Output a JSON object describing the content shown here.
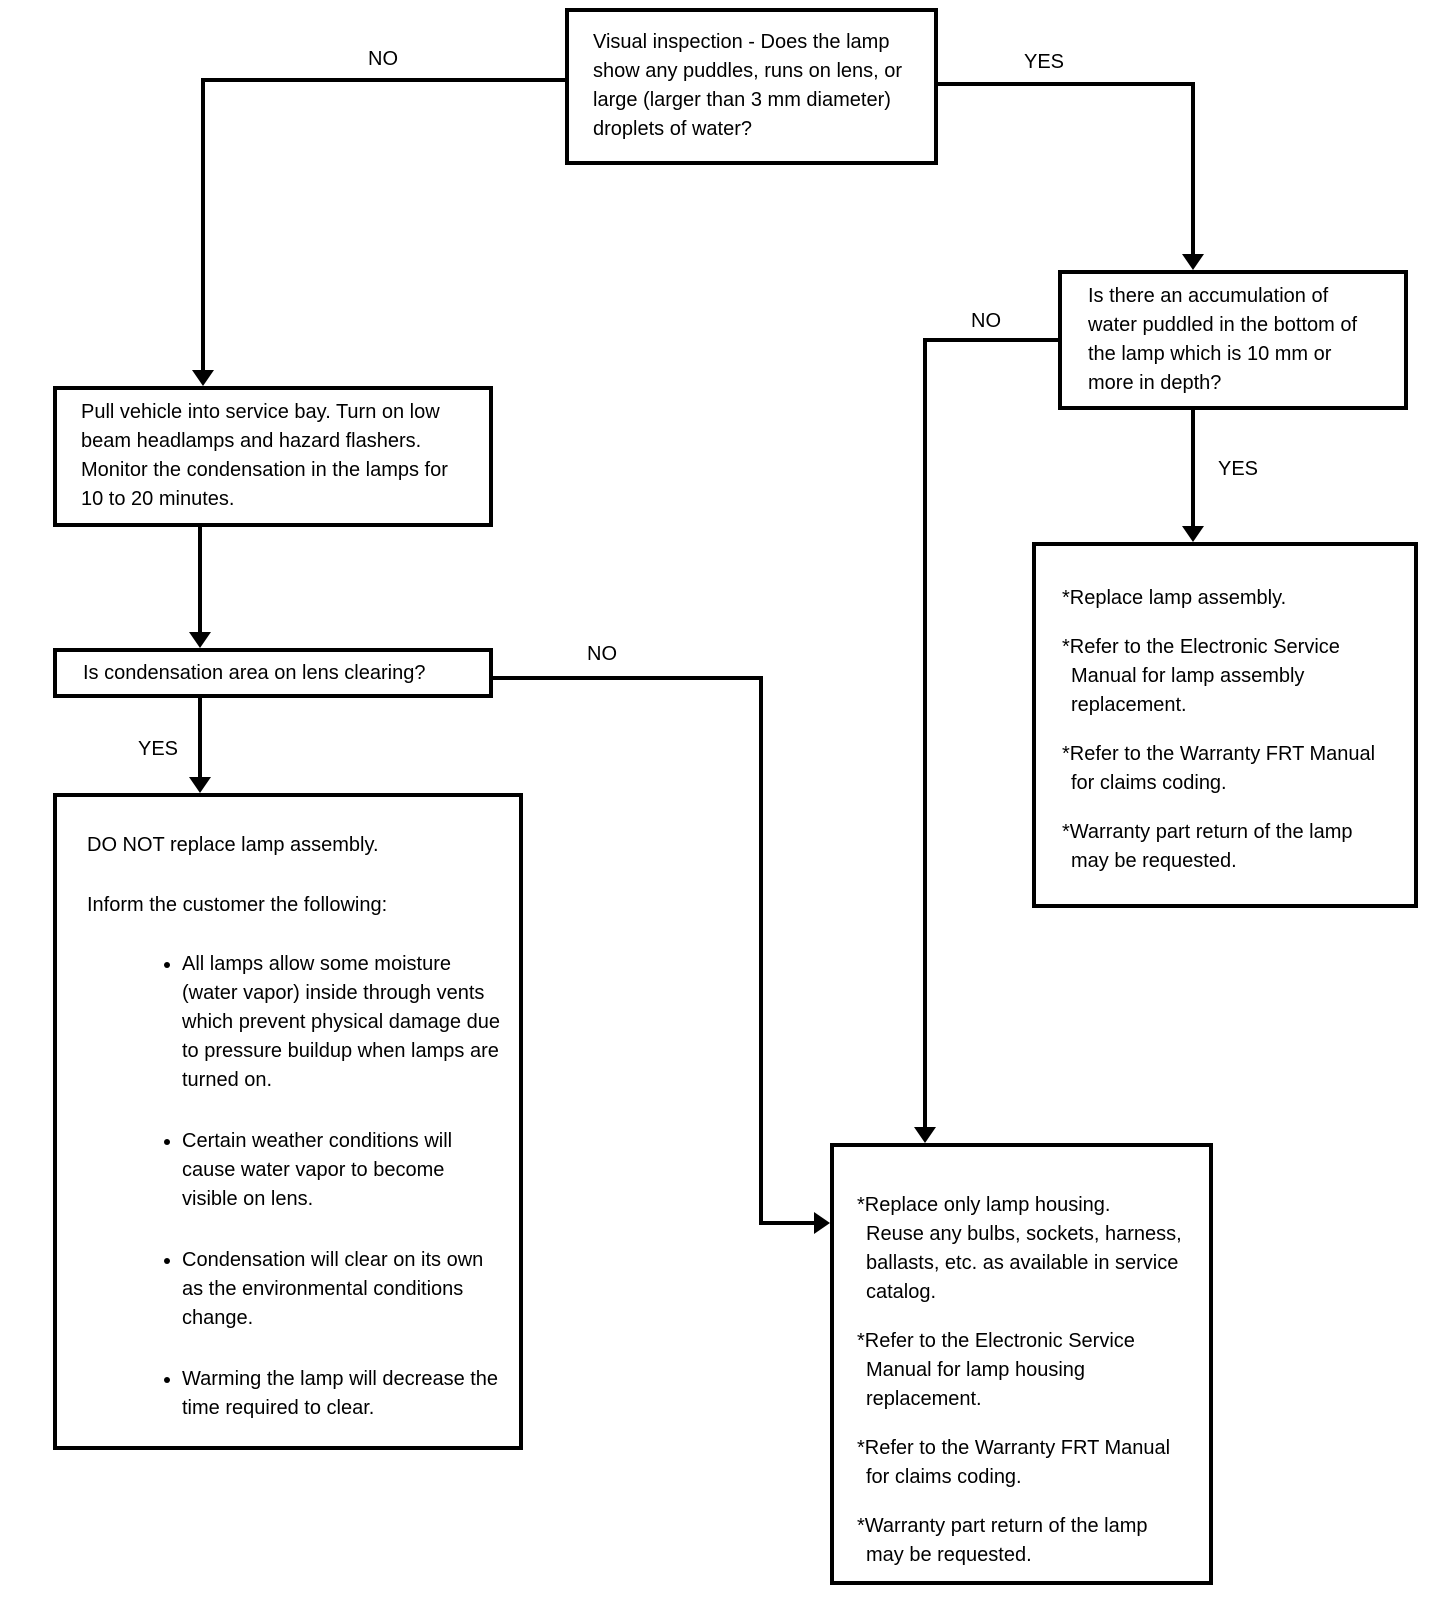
{
  "edge_labels": {
    "visual_no": "NO",
    "visual_yes": "YES",
    "accumulation_no": "NO",
    "accumulation_yes": "YES",
    "clearing_no": "NO",
    "clearing_yes": "YES"
  },
  "nodes": {
    "visual_inspection": {
      "text": "Visual inspection - Does the lamp\nshow any puddles, runs on lens, or\nlarge (larger than 3 mm diameter)\ndroplets of water?"
    },
    "pull_vehicle": {
      "text": "Pull vehicle into service bay. Turn on low\nbeam headlamps and hazard flashers.\nMonitor the condensation in the lamps for\n10 to 20 minutes."
    },
    "clearing_question": {
      "text": "Is condensation area on lens clearing?"
    },
    "do_not_replace": {
      "heading": "DO NOT replace lamp assembly.",
      "intro": "Inform the customer the following:",
      "bullets": [
        "All lamps allow some moisture\n(water vapor) inside through vents\nwhich prevent physical damage due\nto pressure buildup when lamps are\nturned on.",
        "Certain weather conditions will\ncause water vapor to become\nvisible on lens.",
        "Condensation will clear on its own\nas the environmental conditions\nchange.",
        "Warming the lamp will decrease the\ntime required to clear."
      ]
    },
    "accumulation_question": {
      "text": "Is there an accumulation of\nwater puddled in the bottom of\nthe lamp which is 10 mm or\nmore in depth?"
    },
    "replace_assembly": {
      "items": [
        "*Replace lamp assembly.",
        "*Refer to the Electronic Service\nManual for lamp assembly\nreplacement.",
        "*Refer to the Warranty FRT Manual\nfor claims coding.",
        "*Warranty part return of the lamp\nmay be requested."
      ]
    },
    "replace_housing": {
      "items": [
        "*Replace only lamp housing.\nReuse any bulbs, sockets, harness,\nballasts, etc. as available in service\ncatalog.",
        "*Refer to the Electronic Service\nManual for lamp housing\nreplacement.",
        "*Refer to the Warranty FRT Manual\nfor claims coding.",
        "*Warranty part return of the lamp\nmay be requested."
      ]
    }
  }
}
